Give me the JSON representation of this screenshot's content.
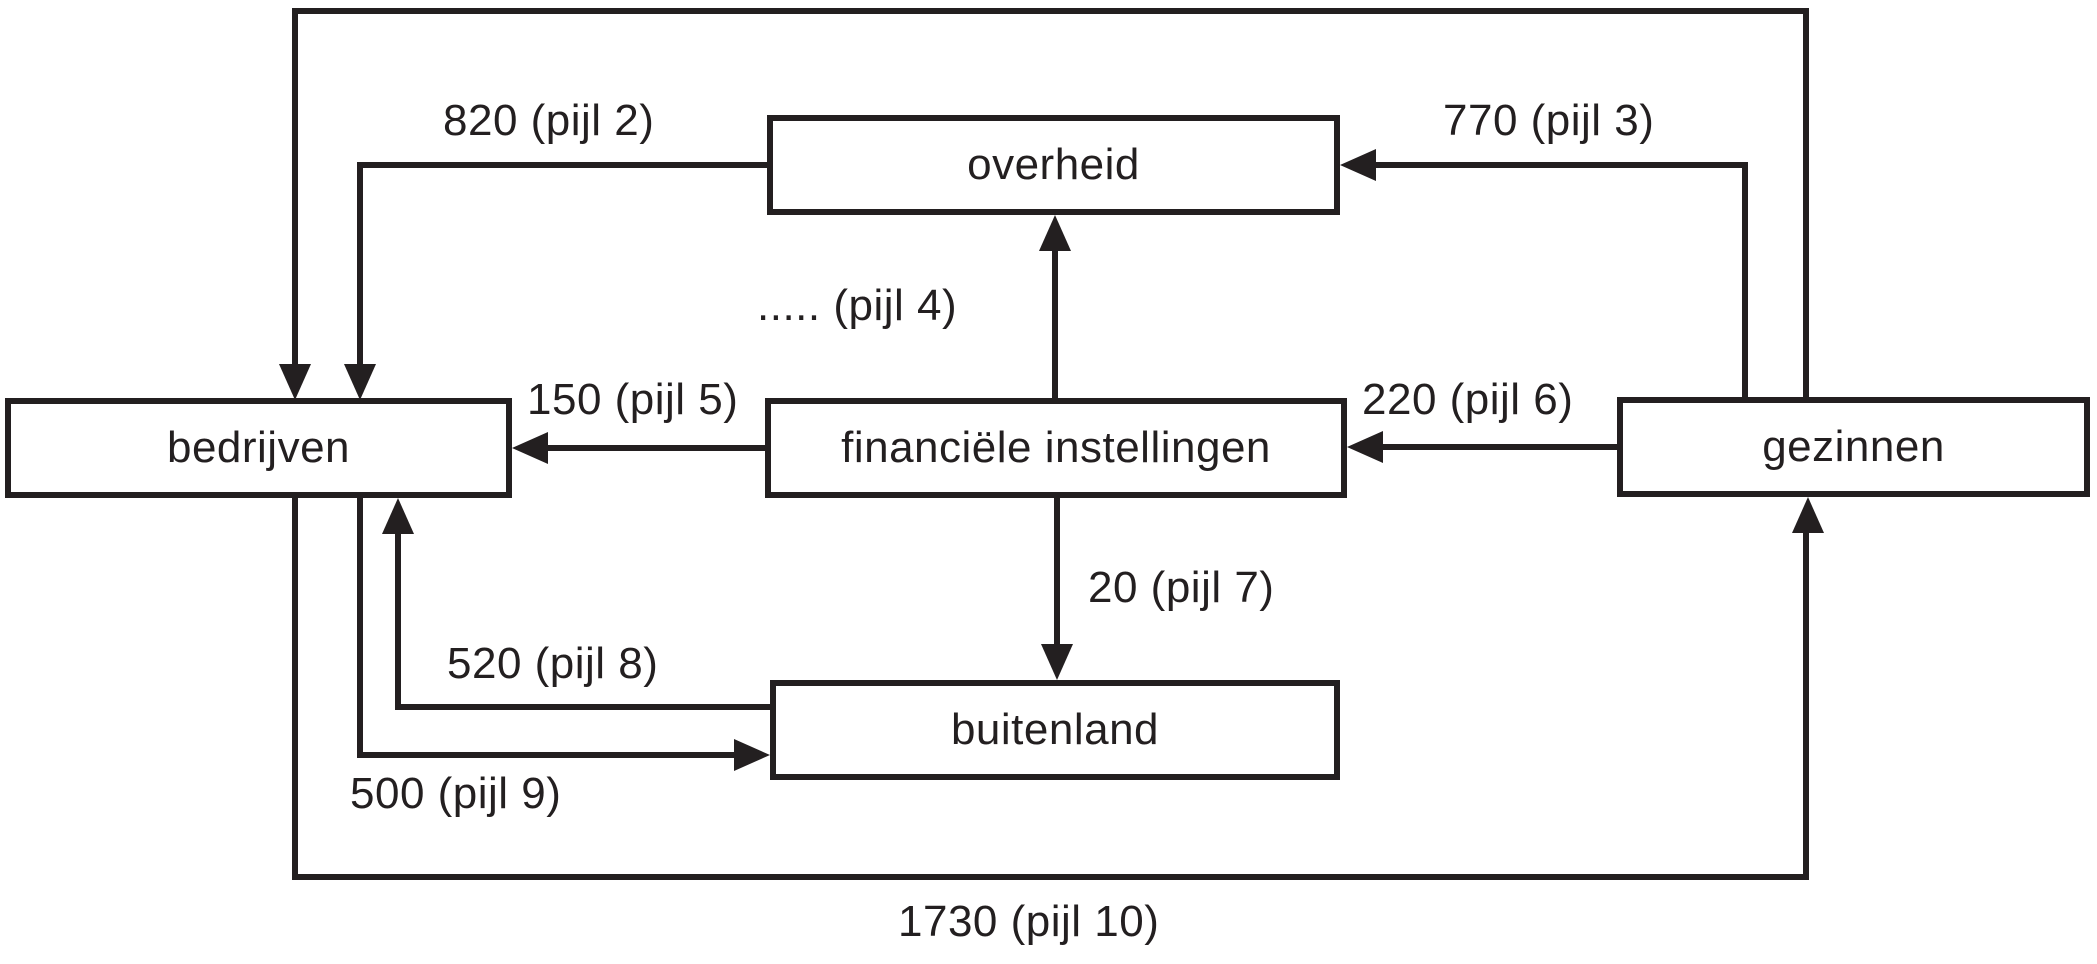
{
  "diagram": {
    "type": "circular-flow-diagram",
    "ink_color": "#231f20",
    "background_color": "#ffffff",
    "nodes": {
      "bedrijven": {
        "label": "bedrijven"
      },
      "overheid": {
        "label": "overheid"
      },
      "financiele_instellingen": {
        "label": "financiële instellingen"
      },
      "buitenland": {
        "label": "buitenland"
      },
      "gezinnen": {
        "label": "gezinnen"
      }
    },
    "flows": {
      "pijl1": {
        "from": "gezinnen",
        "to": "bedrijven",
        "label": ""
      },
      "pijl2": {
        "from": "overheid",
        "to": "bedrijven",
        "value": "820",
        "label": "820 (pijl 2)"
      },
      "pijl3": {
        "from": "gezinnen",
        "to": "overheid",
        "value": "770",
        "label": "770 (pijl 3)"
      },
      "pijl4": {
        "from": "financiele_instellingen",
        "to": "overheid",
        "value": ".....",
        "label": "..... (pijl 4)"
      },
      "pijl5": {
        "from": "financiele_instellingen",
        "to": "bedrijven",
        "value": "150",
        "label": "150 (pijl 5)"
      },
      "pijl6": {
        "from": "gezinnen",
        "to": "financiele_instellingen",
        "value": "220",
        "label": "220 (pijl 6)"
      },
      "pijl7": {
        "from": "financiele_instellingen",
        "to": "buitenland",
        "value": "20",
        "label": "20 (pijl 7)"
      },
      "pijl8": {
        "from": "buitenland",
        "to": "bedrijven",
        "value": "520",
        "label": "520 (pijl 8)"
      },
      "pijl9": {
        "from": "bedrijven",
        "to": "buitenland",
        "value": "500",
        "label": "500 (pijl 9)"
      },
      "pijl10": {
        "from": "bedrijven",
        "to": "gezinnen",
        "value": "1730",
        "label": "1730 (pijl 10)"
      }
    }
  }
}
